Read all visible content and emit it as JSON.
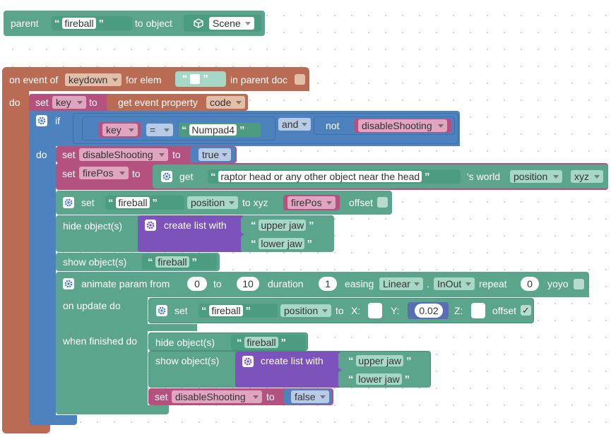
{
  "parent_block": {
    "label_parent": "parent",
    "object_name": "fireball",
    "label_to_object": "to object",
    "scene_value": "Scene"
  },
  "event_block": {
    "label_on_event_of": "on event of",
    "event_type": "keydown",
    "label_for_elem": "for elem",
    "elem_value": "",
    "label_in_parent_doc": "in parent doc",
    "label_do": "do"
  },
  "set_key": {
    "label_set": "set",
    "var": "key",
    "label_to": "to",
    "label_get_event_property": "get event property",
    "property": "code"
  },
  "if_block": {
    "label_if": "if",
    "label_do": "do",
    "left_var": "key",
    "operator": "=",
    "compare_value": "Numpad4",
    "logic_op": "and",
    "label_not": "not",
    "not_var": "disableShooting"
  },
  "set_disable": {
    "label_set": "set",
    "var": "disableShooting",
    "label_to": "to",
    "value": "true"
  },
  "set_firepos": {
    "label_set": "set",
    "var": "firePos",
    "label_to": "to",
    "label_get": "get",
    "object_name": "raptor head or any other object near the head",
    "label_s_world": "'s  world",
    "property": "position",
    "component": "xyz"
  },
  "set_position": {
    "label_set": "set",
    "object_name": "fireball",
    "property": "position",
    "label_to_xyz": "to  xyz",
    "var": "firePos",
    "label_offset": "offset"
  },
  "hide_jaws": {
    "label_hide": "hide object(s)",
    "label_create_list": "create list with",
    "items": [
      "upper jaw",
      "lower jaw"
    ]
  },
  "show_fireball": {
    "label_show": "show object(s)",
    "object_name": "fireball"
  },
  "animate": {
    "label_animate": "animate param from",
    "from": "0",
    "label_to": "to",
    "to": "10",
    "label_duration": "duration",
    "duration": "1",
    "label_easing": "easing",
    "easing": "Linear",
    "dot": ".",
    "easing_mode": "InOut",
    "label_repeat": "repeat",
    "repeat": "0",
    "label_yoyo": "yoyo",
    "label_on_update": "on update do",
    "label_when_finished": "when finished do"
  },
  "update_set": {
    "label_set": "set",
    "object_name": "fireball",
    "property": "position",
    "label_to": "to",
    "label_x": "X:",
    "label_y": "Y:",
    "y_value": "0.02",
    "label_z": "Z:",
    "label_offset": "offset",
    "offset_check": "✓"
  },
  "finish": {
    "label_hide": "hide object(s)",
    "hide_object": "fireball",
    "label_show": "show object(s)",
    "label_create_list": "create list with",
    "items": [
      "upper jaw",
      "lower jaw"
    ],
    "label_set": "set",
    "var": "disableShooting",
    "label_to": "to",
    "value": "false"
  },
  "colors": {
    "event": "#b96c53",
    "object": "#5ba58c",
    "logic": "#4e82bf",
    "variable": "#b4517f",
    "list": "#7c52bb"
  }
}
